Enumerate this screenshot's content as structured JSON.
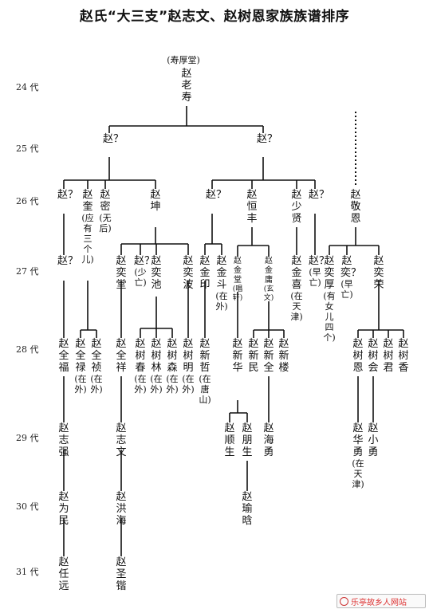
{
  "title": "赵氏“大三支”赵志文、赵树恩家族族谱排序",
  "hall": "(寿厚堂)",
  "generations": [
    "24 代",
    "25 代",
    "26 代",
    "27 代",
    "28 代",
    "29 代",
    "30 代",
    "31 代"
  ],
  "watermark": "乐亭故乡人网站",
  "people": {
    "laoshou": {
      "name": "赵老寿"
    },
    "g25a": {
      "name": "赵？"
    },
    "g25b": {
      "name": "赵？"
    },
    "g26a": {
      "name": "赵？"
    },
    "g26kui": {
      "name": "赵奎",
      "note": "(应有三个儿)"
    },
    "g26mi": {
      "name": "赵密",
      "note": "(无后)"
    },
    "g26kun": {
      "name": "赵坤"
    },
    "g26b": {
      "name": "赵？"
    },
    "g26hengfeng": {
      "name": "赵恒丰"
    },
    "g26shaoxian": {
      "name": "赵少贤"
    },
    "g26c": {
      "name": "赵？"
    },
    "g26jingen": {
      "name": "赵敬恩"
    },
    "g27a": {
      "name": "赵？"
    },
    "g27yitang": {
      "name": "赵奕堂"
    },
    "g27b": {
      "name": "赵？",
      "note": "(少亡)"
    },
    "g27yichi": {
      "name": "赵奕池"
    },
    "g27yibo": {
      "name": "赵奕波"
    },
    "g27jinyin": {
      "name": "赵金印"
    },
    "g27jindou": {
      "name": "赵金斗",
      "note": "(在外)"
    },
    "g27jintang": {
      "name": "赵金堂",
      "note": "(唱轩)"
    },
    "g27jinyong": {
      "name": "赵金庸",
      "note": "(玄文)"
    },
    "g27jinxi": {
      "name": "赵金喜",
      "note": "(在天津)"
    },
    "g27c": {
      "name": "赵？",
      "note": "(早亡)"
    },
    "g27d": {
      "name": "赵奕？",
      "note": "(早亡)"
    },
    "g27yihou": {
      "name": "赵奕厚",
      "note": "(有女儿四个)"
    },
    "g27yirong": {
      "name": "赵奕荣"
    },
    "g28quanfu": {
      "name": "赵全福"
    },
    "g28quanlu": {
      "name": "赵全禄",
      "note": "(在外)"
    },
    "g28quanzhen": {
      "name": "赵全祯",
      "note": "(在外)"
    },
    "g28quanxiang": {
      "name": "赵全祥"
    },
    "g28shuchun": {
      "name": "赵树春",
      "note": "(在外)"
    },
    "g28shulin": {
      "name": "赵树林",
      "note": "(在外)"
    },
    "g28shusen": {
      "name": "赵树森",
      "note": "(在外)"
    },
    "g28shuming": {
      "name": "赵树明",
      "note": "(在外)"
    },
    "g28xinzhe": {
      "name": "赵新哲",
      "note": "(在唐山)"
    },
    "g28xinhua": {
      "name": "赵新华"
    },
    "g28xinmin": {
      "name": "赵新民"
    },
    "g28xinquan": {
      "name": "赵新全"
    },
    "g28xinlou": {
      "name": "赵新楼"
    },
    "g28shuen": {
      "name": "赵树恩"
    },
    "g28shuhui": {
      "name": "赵树会"
    },
    "g28shujun": {
      "name": "赵树君"
    },
    "g28shuxiang": {
      "name": "赵树香"
    },
    "g29zhiqiang": {
      "name": "赵志强"
    },
    "g29zhiwen": {
      "name": "赵志文"
    },
    "g29shunsheng": {
      "name": "赵顺生"
    },
    "g29pengsheng": {
      "name": "赵朋生"
    },
    "g29haiyong": {
      "name": "赵海勇"
    },
    "g29huayong": {
      "name": "赵华勇",
      "note": "(在天津)"
    },
    "g29xiaoyong": {
      "name": "赵小勇"
    },
    "g30weimin": {
      "name": "赵为民"
    },
    "g30honghai": {
      "name": "赵洪海"
    },
    "g30yuhan": {
      "name": "赵瑜晗"
    },
    "g31renyuan": {
      "name": "赵任远"
    },
    "g31shengkai": {
      "name": "赵圣锴"
    }
  }
}
